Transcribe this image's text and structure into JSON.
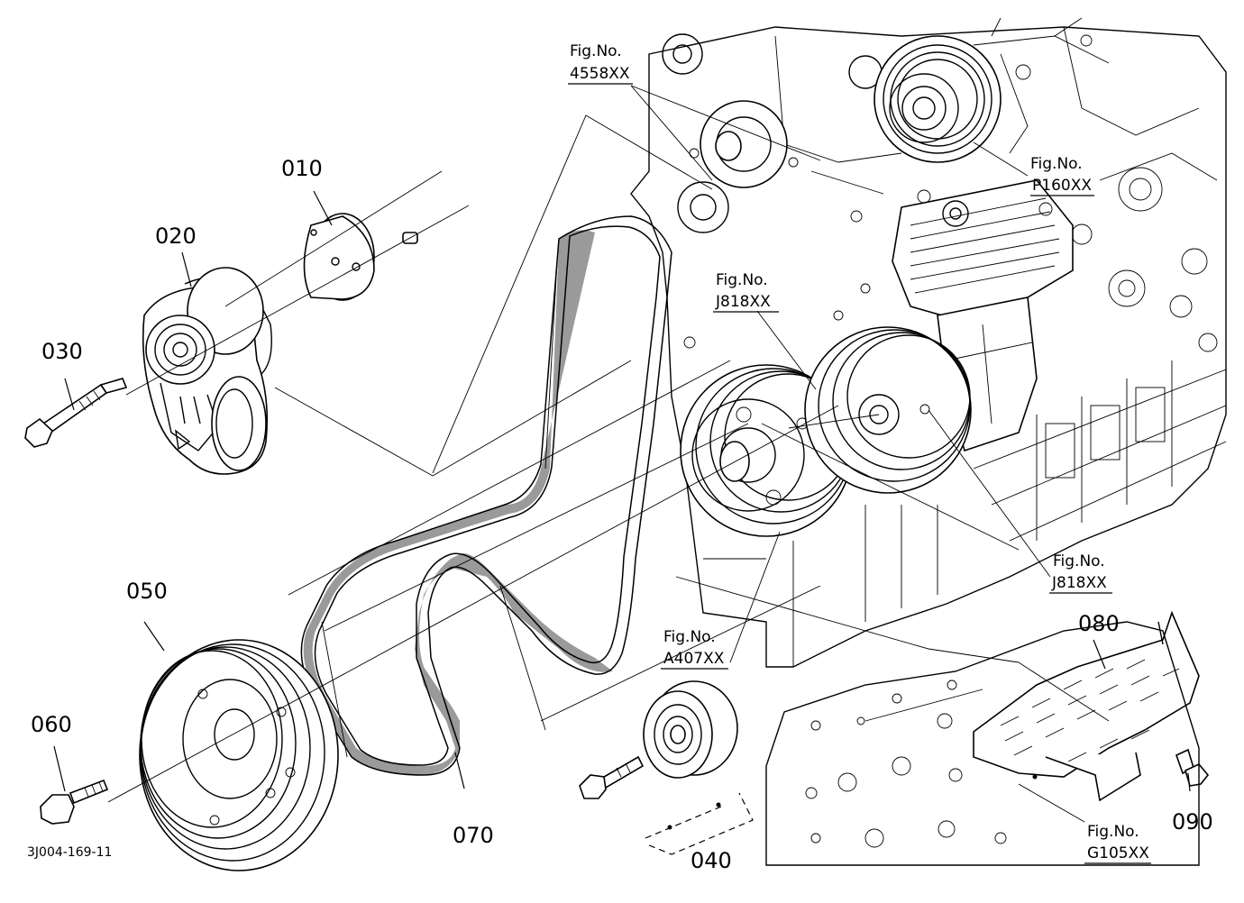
{
  "diagram_id": "3J004-169-11",
  "parts": [
    {
      "id": "p010",
      "number": "010"
    },
    {
      "id": "p020",
      "number": "020"
    },
    {
      "id": "p030",
      "number": "030"
    },
    {
      "id": "p040",
      "number": "040"
    },
    {
      "id": "p050",
      "number": "050"
    },
    {
      "id": "p060",
      "number": "060"
    },
    {
      "id": "p070",
      "number": "070"
    },
    {
      "id": "p080",
      "number": "080"
    },
    {
      "id": "p090",
      "number": "090"
    }
  ],
  "figure_refs": [
    {
      "id": "fig-4558",
      "label": "Fig.No.",
      "code": "4558XX"
    },
    {
      "id": "fig-p160",
      "label": "Fig.No.",
      "code": "P160XX"
    },
    {
      "id": "fig-j818a",
      "label": "Fig.No.",
      "code": "J818XX"
    },
    {
      "id": "fig-j818b",
      "label": "Fig.No.",
      "code": "J818XX"
    },
    {
      "id": "fig-a407",
      "label": "Fig.No.",
      "code": "A407XX"
    },
    {
      "id": "fig-g105",
      "label": "Fig.No.",
      "code": "G105XX"
    }
  ]
}
